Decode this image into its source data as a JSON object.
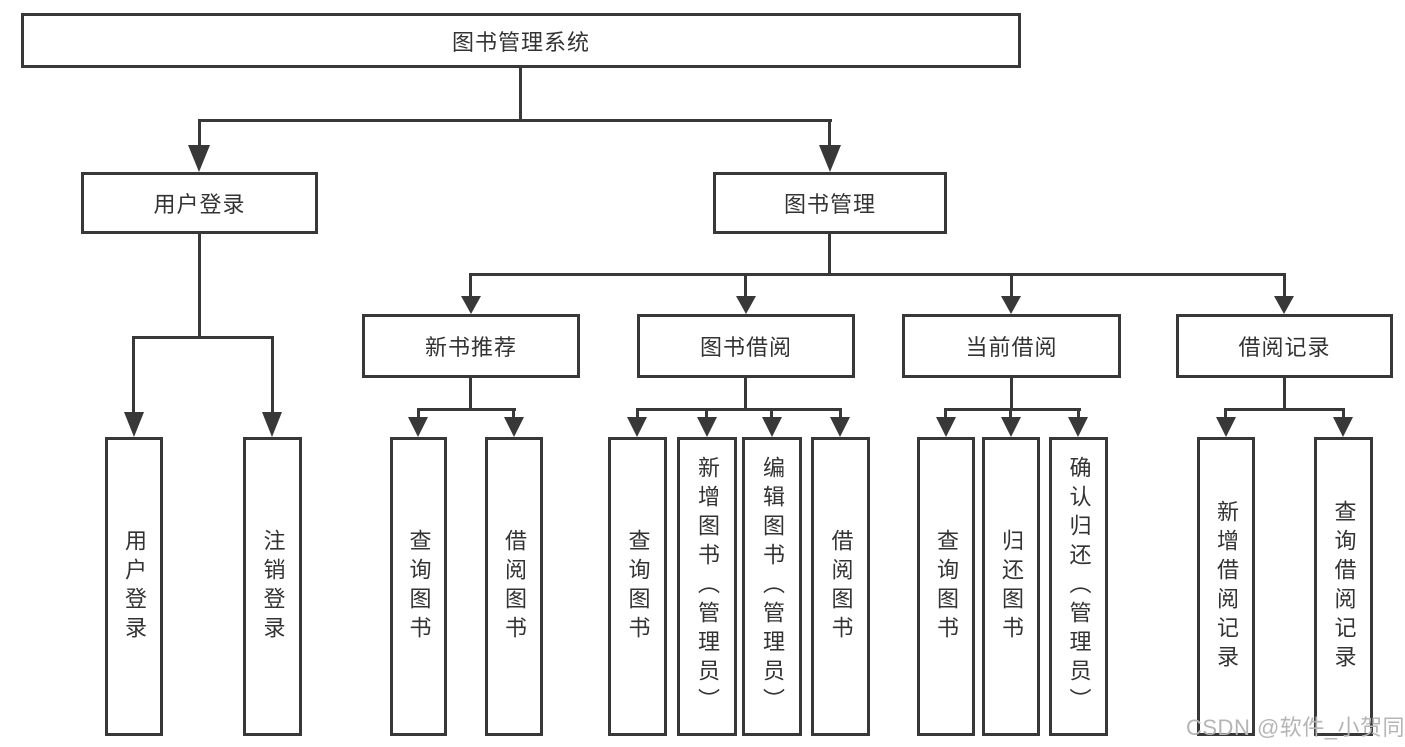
{
  "diagram": {
    "type": "hierarchy-tree",
    "root": "图书管理系统",
    "level1": [
      "用户登录",
      "图书管理"
    ],
    "level2": [
      "新书推荐",
      "图书借阅",
      "当前借阅",
      "借阅记录"
    ],
    "leaves_user_login": [
      "用户登录",
      "注销登录"
    ],
    "leaves_new_book": [
      "查询图书",
      "借阅图书"
    ],
    "leaves_book_borrow": [
      "查询图书",
      "新增图书（管理员）",
      "编辑图书（管理员）",
      "借阅图书"
    ],
    "leaves_current_borrow": [
      "查询图书",
      "归还图书",
      "确认归还（管理员）"
    ],
    "leaves_borrow_records": [
      "新增借阅记录",
      "查询借阅记录"
    ]
  },
  "watermark": "CSDN @软件_小贺同学",
  "colors": {
    "line": "#383838",
    "text": "#333333",
    "watermark": "#b5b5b5",
    "background": "#ffffff"
  }
}
